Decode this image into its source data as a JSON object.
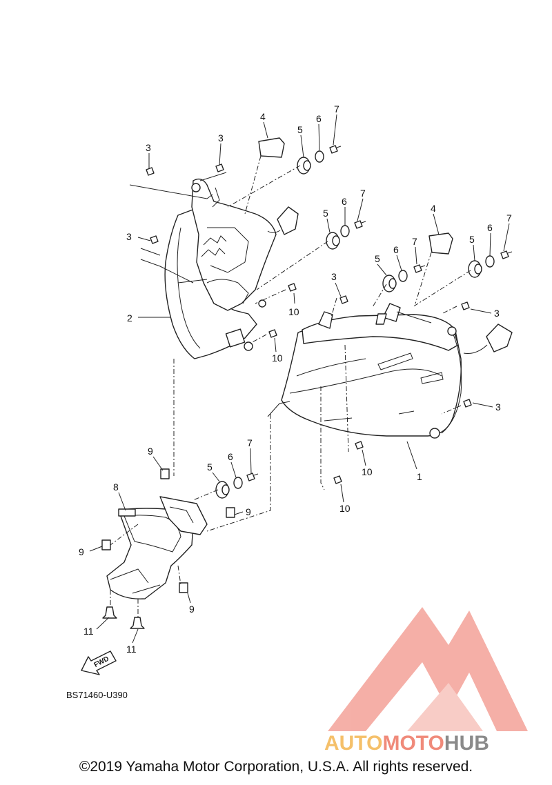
{
  "diagram_code": "BS71460-U390",
  "fwd_label": "FWD",
  "copyright": "©2019 Yamaha Motor Corporation, U.S.A. All rights reserved.",
  "watermark": {
    "part1": "AUTO",
    "part2": "MOTO",
    "part3": "HUB",
    "colors": {
      "auto": "#f5c06a",
      "moto": "#f08a7a",
      "hub": "#8a8a8a",
      "logo": "#f4a79e"
    }
  },
  "callouts": {
    "c1": "1",
    "c2": "2",
    "c3a": "3",
    "c3b": "3",
    "c3c": "3",
    "c3d": "3",
    "c3e": "3",
    "c3f": "3",
    "c4a": "4",
    "c4b": "4",
    "c5a": "5",
    "c5b": "5",
    "c5c": "5",
    "c5d": "5",
    "c5e": "5",
    "c6a": "6",
    "c6b": "6",
    "c6c": "6",
    "c6d": "6",
    "c6e": "6",
    "c7a": "7",
    "c7b": "7",
    "c7c": "7",
    "c7d": "7",
    "c7e": "7",
    "c8": "8",
    "c9a": "9",
    "c9b": "9",
    "c9c": "9",
    "c9d": "9",
    "c10a": "10",
    "c10b": "10",
    "c10c": "10",
    "c10d": "10",
    "c11a": "11",
    "c11b": "11"
  }
}
